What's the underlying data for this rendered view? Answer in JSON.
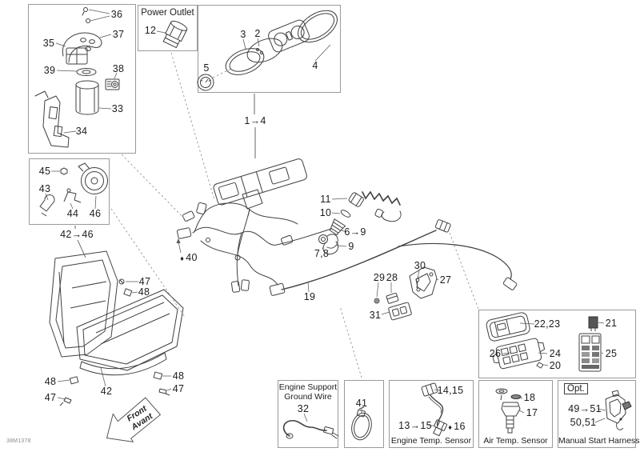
{
  "doc_number": "38M1378",
  "icons": {
    "drop": "♦"
  },
  "boxes": {
    "power_outlet_title": "Power Outlet",
    "ground_wire_title_line1": "Engine Support",
    "ground_wire_title_line2": "Ground Wire",
    "engine_temp_title": "Engine Temp. Sensor",
    "air_temp_title": "Air Temp. Sensor",
    "manual_start_title": "Manual Start Harness",
    "opt_label": "Opt."
  },
  "front_arrow": {
    "line1": "Front",
    "line2": "Avant"
  },
  "callouts": {
    "c36": "36",
    "c37": "37",
    "c35": "35",
    "c39": "39",
    "c38": "38",
    "c33": "33",
    "c34": "34",
    "c12": "12",
    "c3": "3",
    "c2": "2",
    "c4": "4",
    "c5": "5",
    "c1_4": "1→4",
    "c45": "45",
    "c43": "43",
    "c44": "44",
    "c46": "46",
    "c42_46": "42→46",
    "c40": "40",
    "c11": "11",
    "c10": "10",
    "c6_9": "6→9",
    "c9": "9",
    "c7_8": "7,8",
    "c19": "19",
    "c30": "30",
    "c29": "29",
    "c28": "28",
    "c27": "27",
    "c31": "31",
    "c47_top": "47",
    "c48_top": "48",
    "c48_left": "48",
    "c47_left": "47",
    "c42": "42",
    "c48_right": "48",
    "c47_right": "47",
    "c22_23": "22,23",
    "c21": "21",
    "c26": "26",
    "c24": "24",
    "c25": "25",
    "c20": "20",
    "c32": "32",
    "c41": "41",
    "c14_15": "14,15",
    "c13_15": "13→15",
    "c16": "16",
    "c18": "18",
    "c17": "17",
    "c49_51": "49→51",
    "c50_51": "50,51"
  }
}
